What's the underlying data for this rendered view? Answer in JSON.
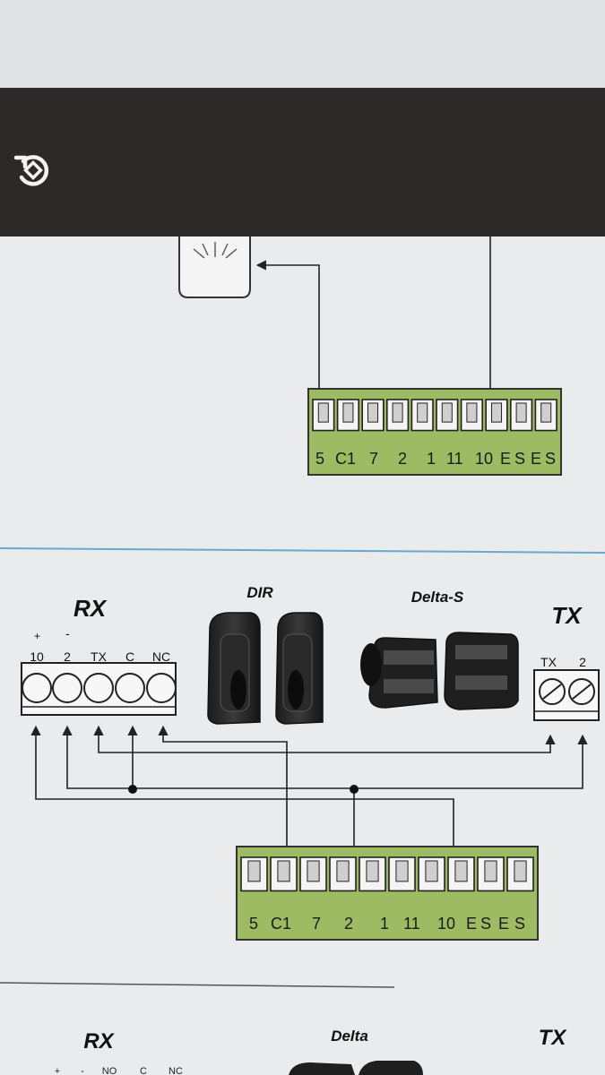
{
  "toolbar": {
    "rotate_icon": "rotate-icon"
  },
  "colors": {
    "toolbar": "#2c2a28",
    "terminal_block": "#9dbb63",
    "screen_bg": "#e9ebec",
    "divider": "#4a93c4"
  },
  "upper_terminal": {
    "labels": [
      "5",
      "C1",
      "7",
      "2",
      "1",
      "11",
      "10",
      "E",
      "S",
      "E",
      "S"
    ]
  },
  "middle_diagram": {
    "rx_title": "RX",
    "rx_plus": "+",
    "rx_minus": "-",
    "rx_terminals": [
      "10",
      "2",
      "TX",
      "C",
      "NC"
    ],
    "dir_label": "DIR",
    "delta_s_label": "Delta-S",
    "tx_title": "TX",
    "tx_terminals": [
      "TX",
      "2"
    ],
    "terminal_labels": [
      "5",
      "C1",
      "7",
      "2",
      "1",
      "11",
      "10",
      "E",
      "S",
      "E",
      "S"
    ]
  },
  "bottom_diagram": {
    "rx_title": "RX",
    "delta_label": "Delta",
    "tx_title": "TX",
    "rx_terminals_partial": [
      "+",
      "-",
      "NO",
      "C",
      "NC"
    ]
  }
}
